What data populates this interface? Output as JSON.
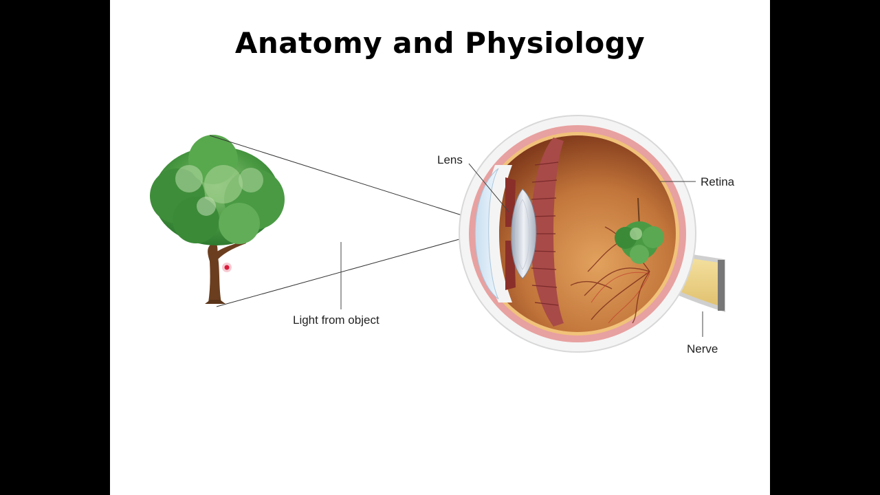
{
  "slide": {
    "title": "Anatomy and Physiology"
  },
  "diagram": {
    "labels": {
      "lens": "Lens",
      "retina": "Retina",
      "nerve": "Nerve",
      "light": "Light from object"
    }
  },
  "colors": {
    "letterbox": "#000000",
    "slide_background": "#ffffff",
    "foliage": "#3f8f3a",
    "trunk": "#6b3e1f",
    "eye_outer": "#e8a0a0",
    "eye_interior": "#b5652e",
    "nerve": "#f0d890",
    "pointer": "#d81b3a"
  }
}
